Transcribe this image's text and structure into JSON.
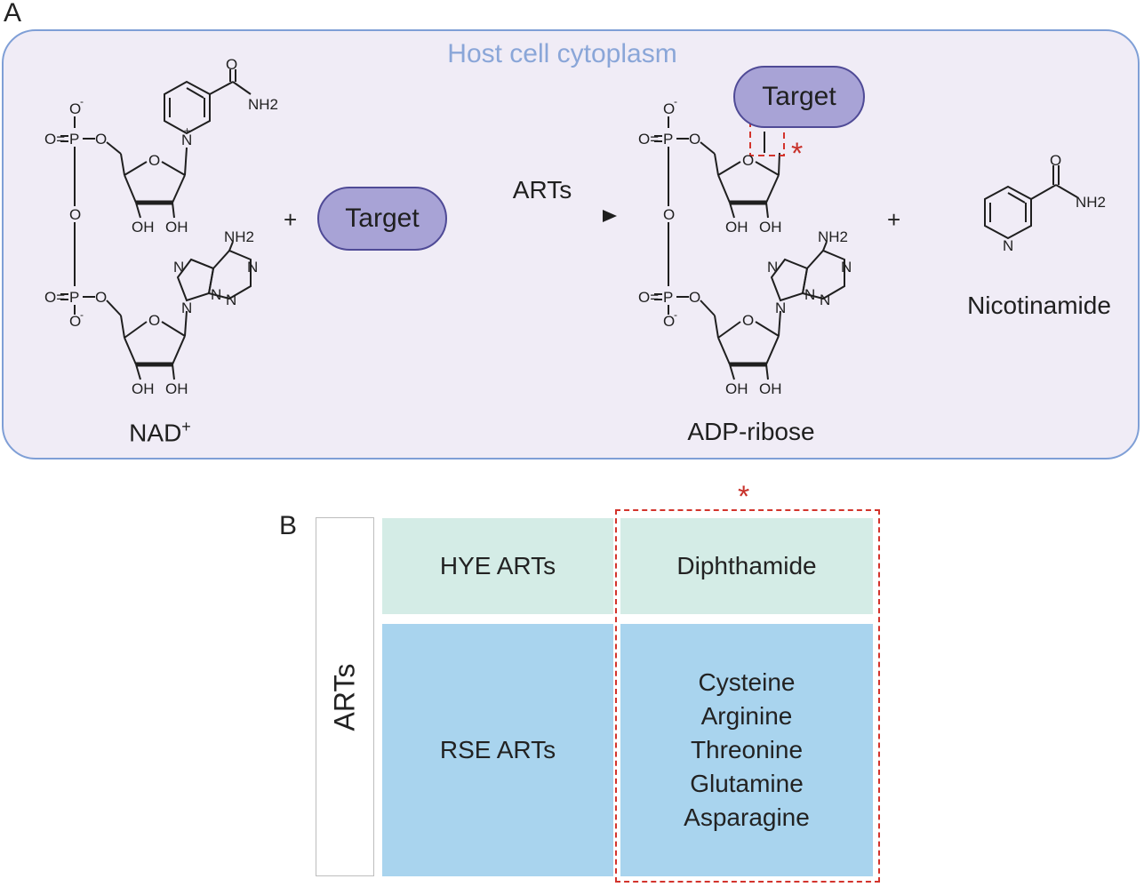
{
  "panel_a": {
    "letter": "A",
    "compartment_label": "Host cell cytoplasm",
    "plus_1": "+",
    "target_pill_label": "Target",
    "arrow_label": "ARTs",
    "product_target_label": "Target",
    "plus_2": "+",
    "left_molecule_name": "NAD",
    "left_molecule_charge": "+",
    "product_name": "ADP-ribose",
    "byproduct_name": "Nicotinamide",
    "highlight_marker": "*",
    "atoms": {
      "O": "O",
      "O_minus": "O",
      "minus": "-",
      "P": "P",
      "OH": "OH",
      "NH2": "NH2",
      "N": "N",
      "N_plus": "N",
      "plus": "+",
      "eqO": "O="
    }
  },
  "panel_b": {
    "letter": "B",
    "side_label": "ARTs",
    "highlight_marker": "*",
    "rows": [
      {
        "family": "HYE ARTs",
        "targets": [
          "Diphthamide"
        ]
      },
      {
        "family": "RSE ARTs",
        "targets": [
          "Cysteine",
          "Arginine",
          "Threonine",
          "Glutamine",
          "Asparagine"
        ]
      }
    ]
  },
  "colors": {
    "compartment_border": "#7f9fd6",
    "compartment_fill": "#f0ecf6",
    "compartment_label": "#8aa6d8",
    "target_fill": "#a8a3d6",
    "target_border": "#4f4a96",
    "hye_row": "#d4ece6",
    "rse_row": "#a9d4ee",
    "highlight_red": "#d3342c"
  }
}
